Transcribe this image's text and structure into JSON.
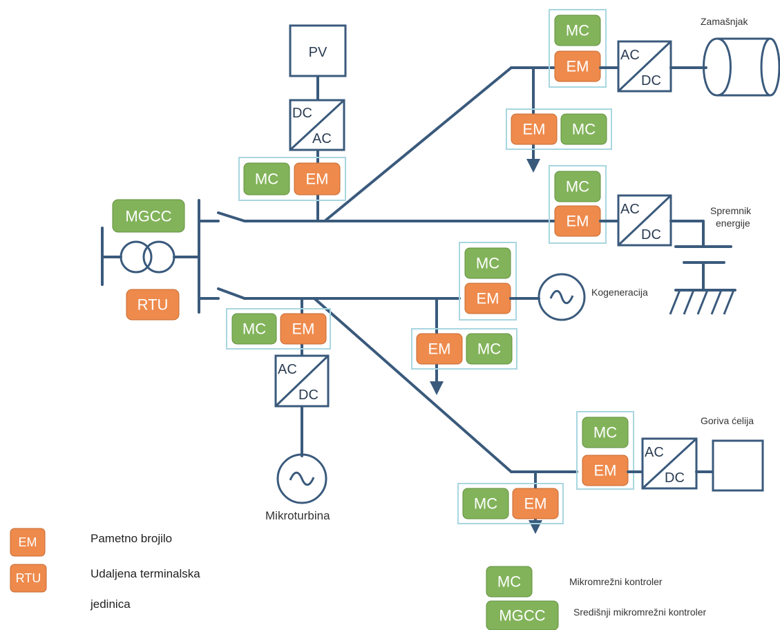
{
  "tags": {
    "mc": "MC",
    "em": "EM",
    "mgcc": "MGCC",
    "rtu": "RTU"
  },
  "components": {
    "pv": "PV",
    "dc": "DC",
    "ac": "AC",
    "flywheel": "Zamašnjak",
    "storage_line1": "Spremnik",
    "storage_line2": "energije",
    "cogeneration": "Kogeneracija",
    "microturbine": "Mikroturbina",
    "fuel_cell": "Goriva ćelija"
  },
  "legend": {
    "em_desc": "Pametno brojilo",
    "rtu_desc_line1": "Udaljena terminalska",
    "rtu_desc_line2": "jedinica",
    "mc_desc": "Mikromrežni kontroler",
    "mgcc_desc": "Središnji mikromrežni kontroler"
  },
  "colors": {
    "em_orange": "#ee8a4c",
    "mc_green": "#82b35a",
    "line_blue": "#3a5a7c",
    "frame_cyan": "#a8d6e0"
  }
}
